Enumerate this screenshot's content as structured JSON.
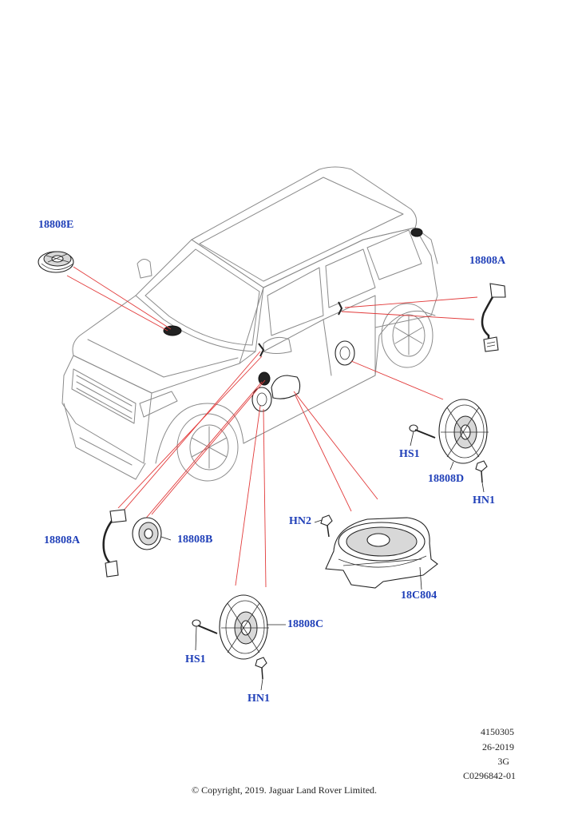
{
  "callouts": {
    "l18808E": "18808E",
    "l18808A_right": "18808A",
    "l18808A_left": "18808A",
    "l18808B": "18808B",
    "l18808C": "18808C",
    "l18808D": "18808D",
    "l18C804": "18C804",
    "lHS1_right": "HS1",
    "lHN1_right": "HN1",
    "lHN2": "HN2",
    "lHS1_left": "HS1",
    "lHN1_left": "HN1"
  },
  "meta": {
    "line1": "4150305",
    "line2": "26-2019",
    "line3": "3G",
    "line4": "C0296842-01"
  },
  "copyright": "© Copyright, 2019. Jaguar Land Rover Limited.",
  "colors": {
    "callout": "#1f3fb8",
    "leader": "#e23a3a",
    "car_outline": "#8a8a8a"
  }
}
